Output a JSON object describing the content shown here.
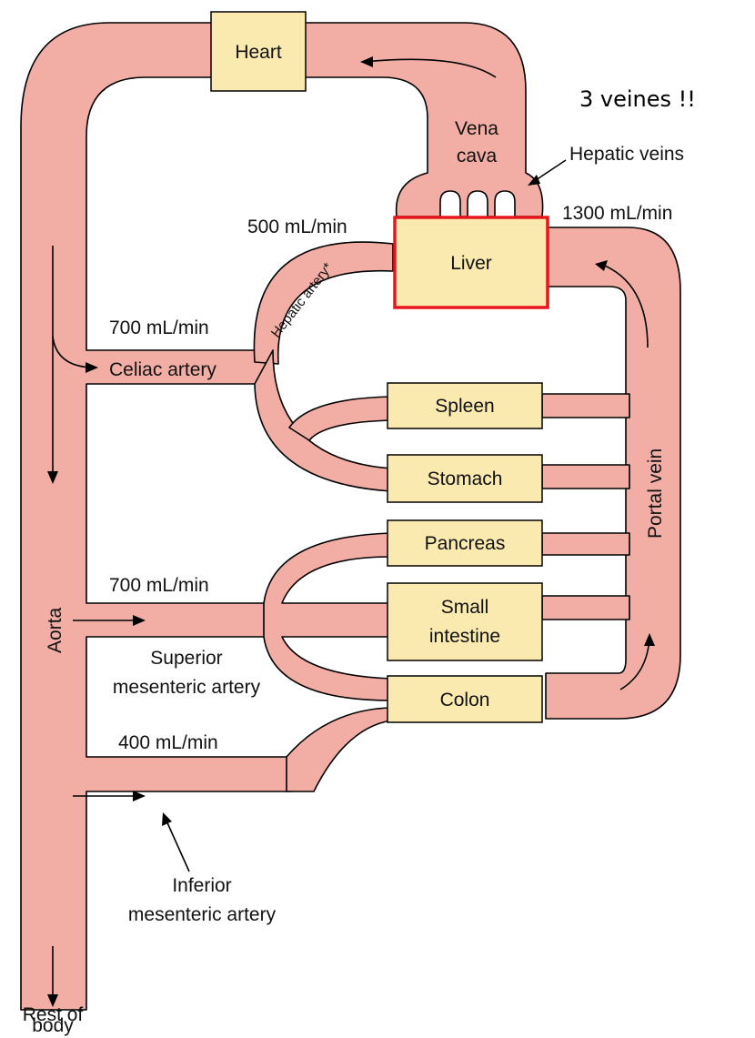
{
  "organs": {
    "heart": "Heart",
    "liver": "Liver",
    "spleen": "Spleen",
    "stomach": "Stomach",
    "pancreas": "Pancreas",
    "small_intestine_line1": "Small",
    "small_intestine_line2": "intestine",
    "colon": "Colon"
  },
  "vessels": {
    "vena_cava_line1": "Vena",
    "vena_cava_line2": "cava",
    "hepatic_veins": "Hepatic veins",
    "hepatic_artery": "Hepatic artery*",
    "celiac_artery": "Celiac artery",
    "portal_vein": "Portal vein",
    "aorta": "Aorta",
    "superior_mesenteric_line1": "Superior",
    "superior_mesenteric_line2": "mesenteric artery",
    "inferior_mesenteric_line1": "Inferior",
    "inferior_mesenteric_line2": "mesenteric artery",
    "rest_of_body_line1": "Rest of",
    "rest_of_body_line2": "body"
  },
  "flows": {
    "hepatic_artery_flow": "500 mL/min",
    "portal_flow": "1300 mL/min",
    "celiac_flow": "700 mL/min",
    "superior_mesenteric_flow": "700 mL/min",
    "inferior_mesenteric_flow": "400 mL/min"
  },
  "annotation": "3 veines !!",
  "colors": {
    "vessel": "#f2aea5",
    "organ": "#fbeab0",
    "highlight": "#e8161c"
  }
}
